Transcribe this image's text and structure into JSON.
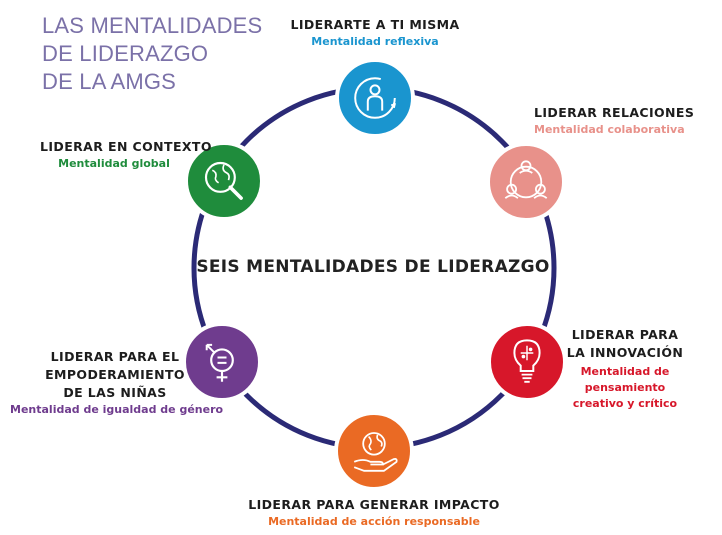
{
  "title": {
    "line1": "LAS MENTALIDADES",
    "line2": "DE LIDERAZGO",
    "line3": "DE LA AMGS"
  },
  "center": {
    "text": "SEIS MENTALIDADES DE LIDERAZGO"
  },
  "colors": {
    "ring": "#2b2a76",
    "title": "#7b71a8",
    "reflexiva": "#1a95cf",
    "colaborativa": "#e8918a",
    "innovacion": "#d7172a",
    "impacto": "#ea6a24",
    "genero": "#6f3c8e",
    "global": "#1f8c3c"
  },
  "mindsets": [
    {
      "id": "reflexiva",
      "icon": "person-reflection-icon",
      "head": [
        "LIDERARTE A TI MISMA"
      ],
      "sub": [
        "Mentalidad reflexiva"
      ]
    },
    {
      "id": "colaborativa",
      "icon": "group-relations-icon",
      "head": [
        "LIDERAR RELACIONES"
      ],
      "sub": [
        "Mentalidad colaborativa"
      ]
    },
    {
      "id": "innovacion",
      "icon": "lightbulb-puzzle-icon",
      "head": [
        "LIDERAR PARA",
        "LA INNOVACIÓN"
      ],
      "sub": [
        "Mentalidad de",
        "pensamiento",
        "creativo y crítico"
      ]
    },
    {
      "id": "impacto",
      "icon": "globe-hand-icon",
      "head": [
        "LIDERAR PARA GENERAR IMPACTO"
      ],
      "sub": [
        "Mentalidad de acción responsable"
      ]
    },
    {
      "id": "genero",
      "icon": "gender-equality-icon",
      "head": [
        "LIDERAR PARA EL",
        "EMPODERAMIENTO",
        "DE LAS NIÑAS"
      ],
      "sub": [
        "Mentalidad de igualdad de género"
      ]
    },
    {
      "id": "global",
      "icon": "globe-magnifier-icon",
      "head": [
        "LIDERAR EN CONTEXTO"
      ],
      "sub": [
        "Mentalidad global"
      ]
    }
  ]
}
